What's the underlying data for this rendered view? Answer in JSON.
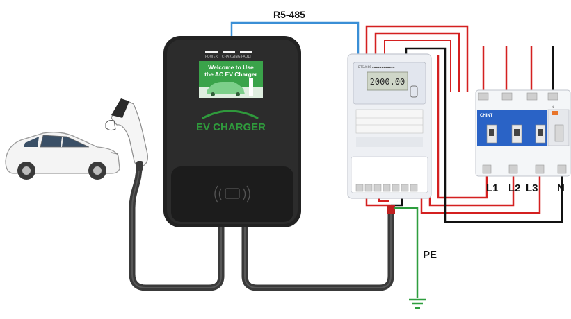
{
  "labels": {
    "rs485": "R5-485",
    "pe": "PE",
    "l1": "L1",
    "l2": "L2",
    "l3": "L3",
    "n": "N"
  },
  "charger": {
    "leds": [
      "POWER",
      "CHARGING",
      "FAULT"
    ],
    "screen_line1": "Welcome to Use",
    "screen_line2": "the AC EV Charger",
    "brand": "EV CHARGER"
  },
  "meter": {
    "reading": "2000.00"
  },
  "breaker": {
    "brand": "CHINT",
    "pole_n": "N"
  },
  "colors": {
    "phase_wire": "#d42020",
    "neutral_wire": "#111111",
    "rs485_wire": "#3a8fd6",
    "ground_wire": "#2e9e3e",
    "cable": "#3a3a3a",
    "screen_green": "#3aa34a",
    "brand_green": "#2f9a3c"
  }
}
